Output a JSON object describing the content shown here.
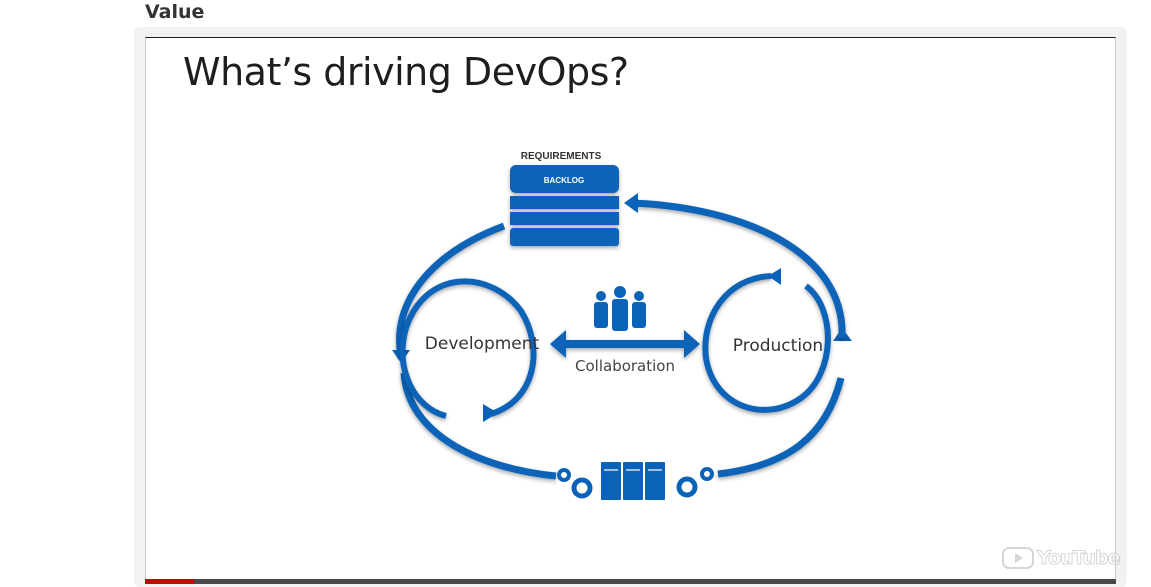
{
  "header": {
    "value_label": "Value"
  },
  "slide": {
    "title": "What’s driving DevOps?",
    "requirements_label": "REQUIREMENTS",
    "backlog_label": "BACKLOG",
    "development_label": "Development",
    "production_label": "Production",
    "collaboration_label": "Collaboration"
  },
  "player": {
    "logo_text": "YouTube",
    "progress_fraction": 0.05
  },
  "colors": {
    "accent_blue": "#0a63b8",
    "progress_red": "#cc0000"
  },
  "icons": {
    "people": "people-icon",
    "servers": "server-rack-icon",
    "gears": "gears-icon",
    "play": "play-icon"
  }
}
